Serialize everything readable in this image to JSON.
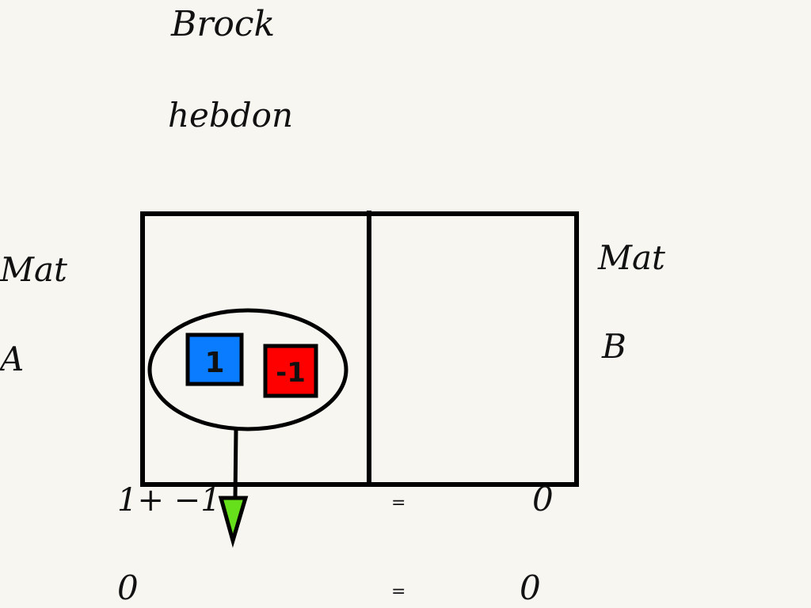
{
  "names": {
    "first": "Brock",
    "last": "hebdon"
  },
  "mat_a": {
    "word": "Mat",
    "letter": "A"
  },
  "mat_b": {
    "word": "Mat",
    "letter": "B"
  },
  "tiles": [
    {
      "label": "1",
      "color": "#0a7cff"
    },
    {
      "label": "-1",
      "color": "#ff0000"
    }
  ],
  "arrow_color": "#66e01a",
  "equations": [
    {
      "left": "1+ −1",
      "equals": "=",
      "right": "0"
    },
    {
      "left": "0",
      "equals": "=",
      "right": "0"
    }
  ]
}
